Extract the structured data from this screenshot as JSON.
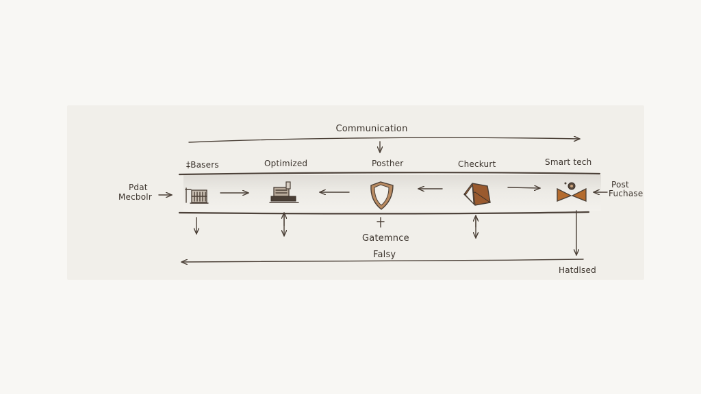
{
  "diagram": {
    "top_flow_label": "Communication",
    "bottom_flow_label_line1": "Gatemnce",
    "bottom_flow_label_line2": "Falsy",
    "left_input_label_line1": "Pdat",
    "left_input_label_line2": "Mecbolr",
    "right_input_label_line1": "Post",
    "right_input_label_line2": "Fuchase",
    "bottom_right_label": "Hatdlsed",
    "stages": [
      {
        "label": "‡Basers",
        "icon": "basket-icon"
      },
      {
        "label": "Optimized",
        "icon": "register-icon"
      },
      {
        "label": "Posther",
        "icon": "shield-icon"
      },
      {
        "label": "Checkurt",
        "icon": "box-icon"
      },
      {
        "label": "Smart tech",
        "icon": "bow-icon"
      }
    ],
    "colors": {
      "ink": "#4a3f36",
      "copper": "#9a5a2e",
      "paper": "#f1efea"
    }
  }
}
